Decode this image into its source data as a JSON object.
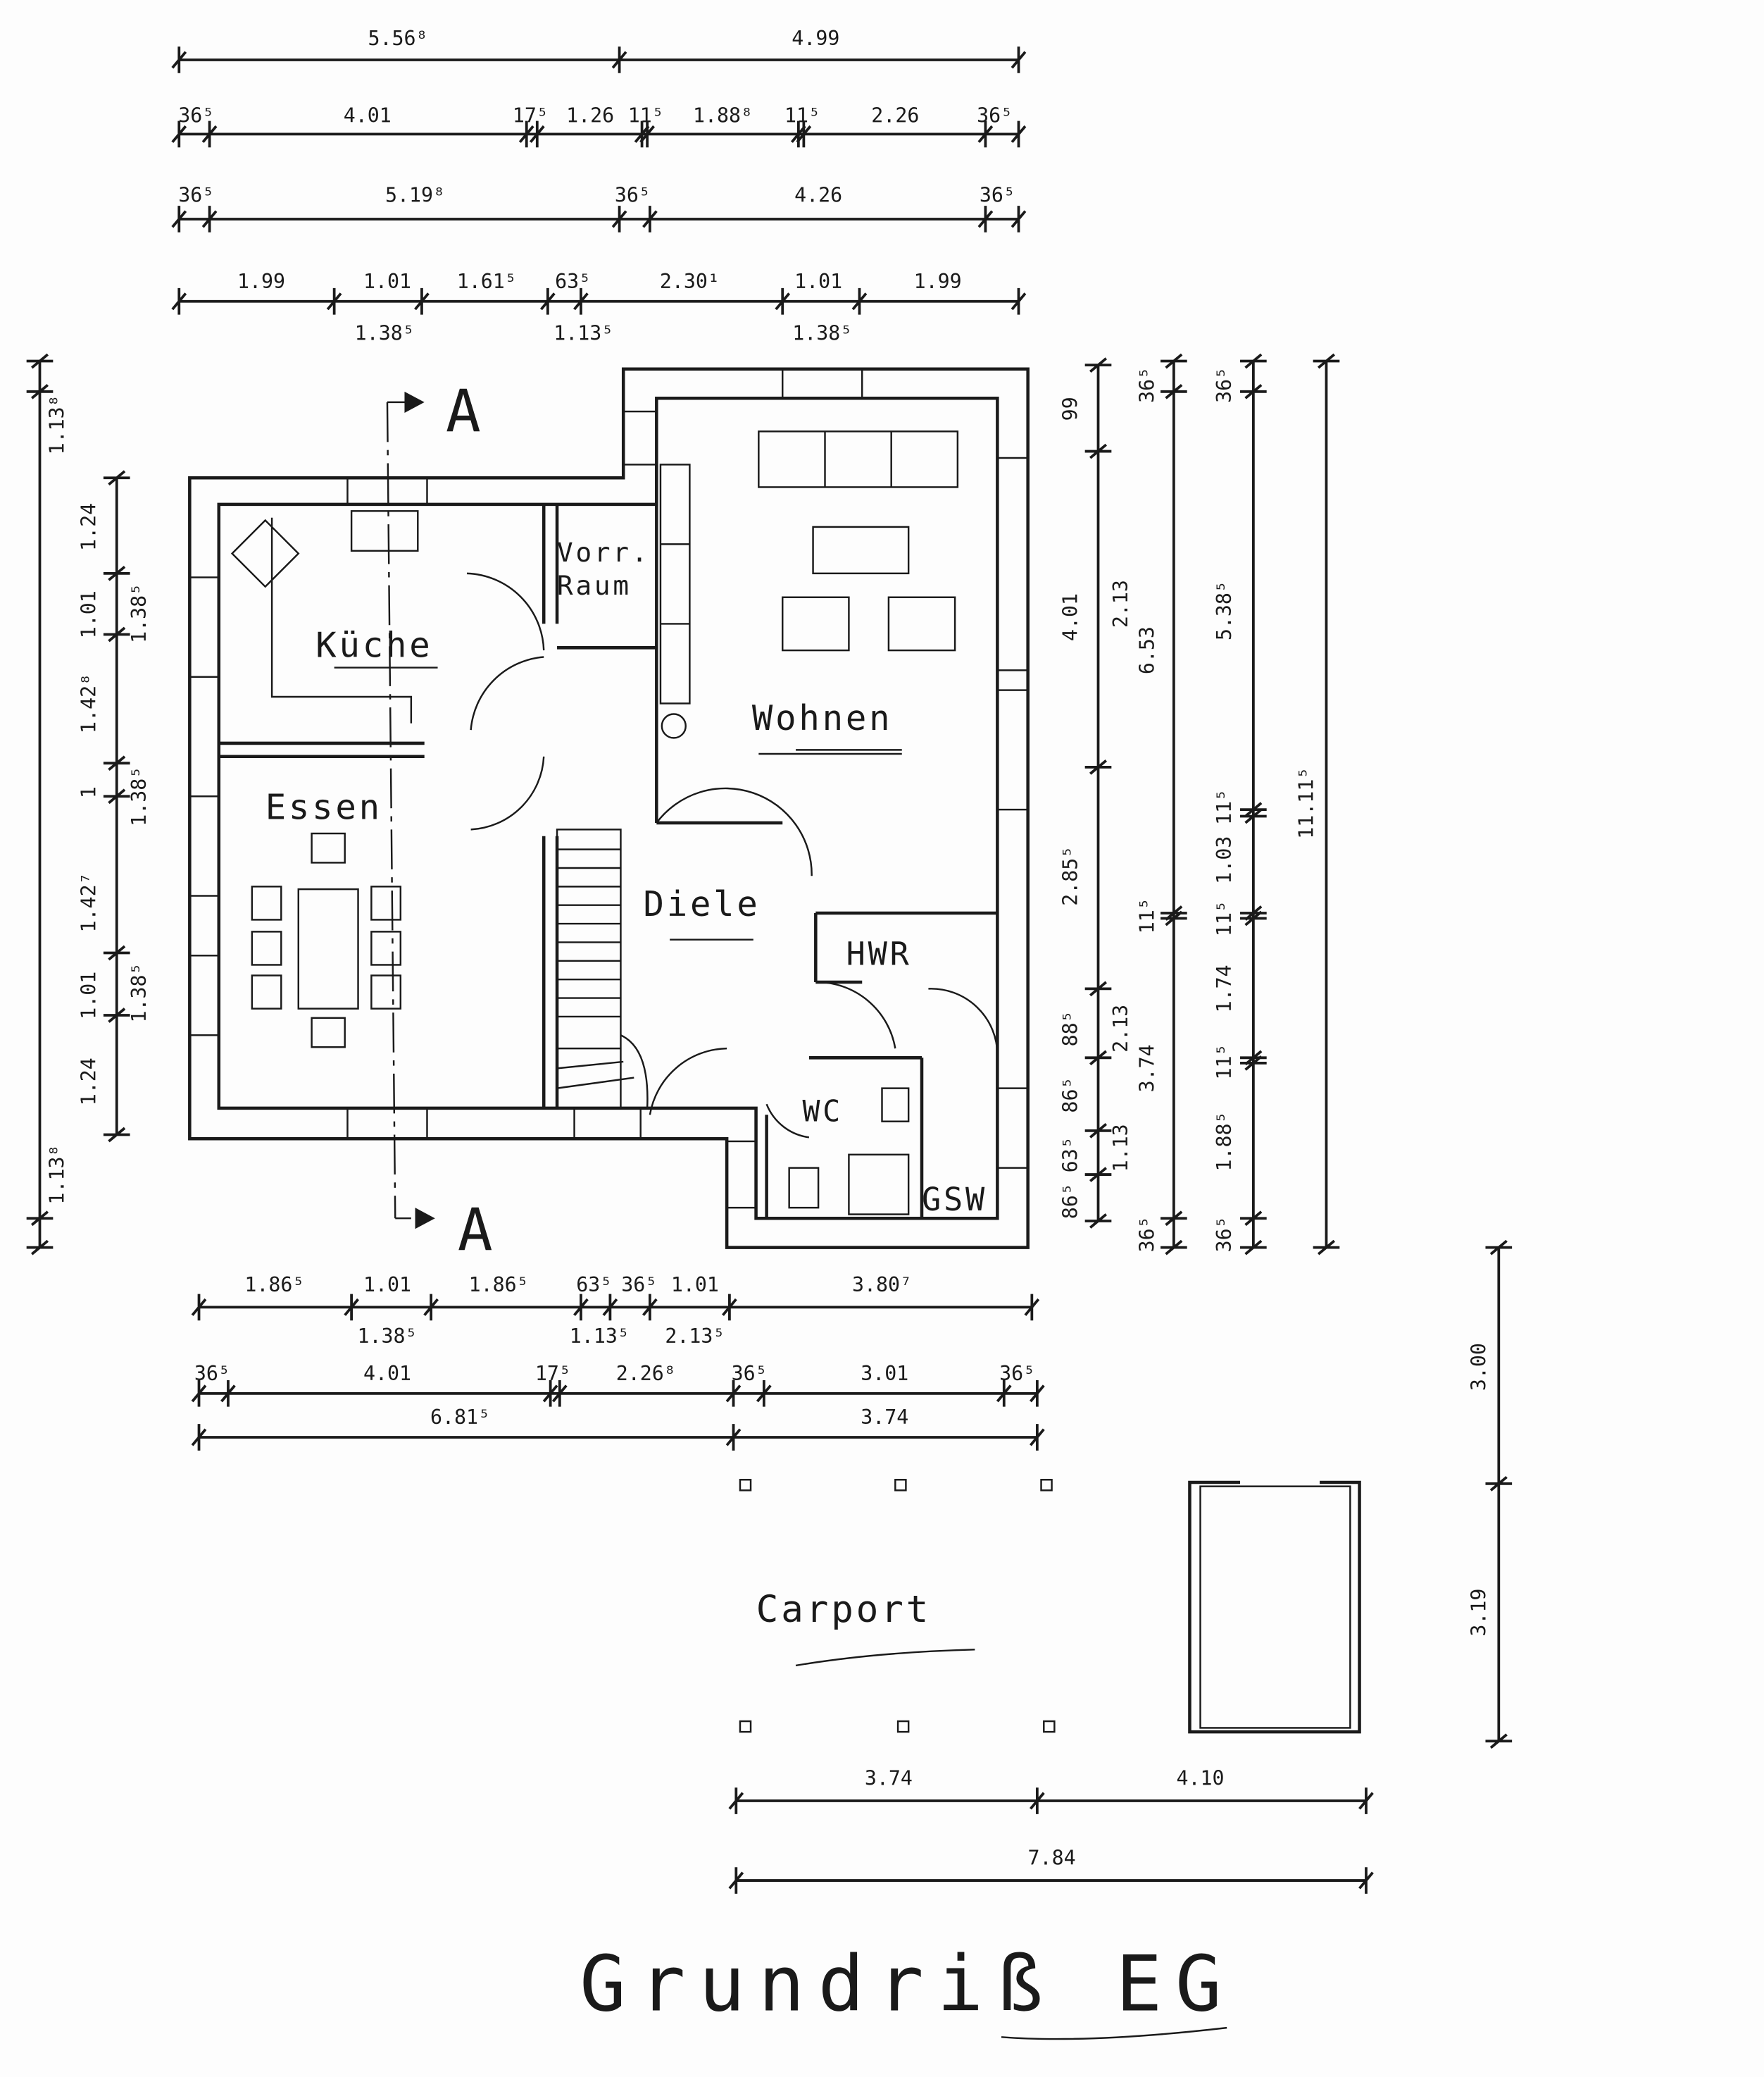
{
  "title": "Grundriß EG",
  "section_marker": "A",
  "rooms": {
    "vorratsraum_1": "Vorr.",
    "vorratsraum_2": "Raum",
    "kueche": "Küche",
    "essen": "Essen",
    "wohnen": "Wohnen",
    "diele": "Diele",
    "hwr": "HWR",
    "wc": "WC",
    "gsw": "GSW",
    "carport": "Carport"
  },
  "dimensions": {
    "top_row1": [
      "5.56⁸",
      "4.99"
    ],
    "top_row2": [
      "36⁵",
      "4.01",
      "17⁵",
      "1.26",
      "11⁵",
      "1.88⁸",
      "11⁵",
      "2.26",
      "36⁵"
    ],
    "top_row3": [
      "36⁵",
      "5.19⁸",
      "36⁵",
      "4.26",
      "36⁵"
    ],
    "top_row4": [
      "1.99",
      "1.01",
      "1.61⁵",
      "63⁵",
      "2.30¹",
      "1.01",
      "1.99"
    ],
    "top_row4_below": [
      "1.38⁵",
      "1.13⁵",
      "1.38⁵"
    ],
    "right_col1": [
      "99",
      "4.01",
      "2.13",
      "2.85⁵",
      "88⁵",
      "2.13",
      "86⁵",
      "63⁵",
      "1.13",
      "86⁵"
    ],
    "right_col2": [
      "36⁵",
      "6.53",
      "11⁵",
      "3.74",
      "36⁵"
    ],
    "right_col3": [
      "36⁵",
      "5.38⁵",
      "11⁵",
      "1.03",
      "11⁵",
      "1.74",
      "11⁵",
      "1.88⁵",
      "36⁵"
    ],
    "right_col4": [
      "11.11⁵"
    ],
    "left_outer": [
      "1.13⁸",
      "1.13⁸"
    ],
    "left_inner": [
      "1.24",
      "1.01",
      "1.42⁸",
      "1",
      "1.42⁷",
      "1.01",
      "1.24"
    ],
    "left_inner_side": [
      "1.38⁵",
      "1.38⁵",
      "1.38⁵"
    ],
    "bottom_row1": [
      "1.86⁵",
      "1.01",
      "1.86⁵",
      "63⁵",
      "36⁵",
      "1.01",
      "3.80⁷"
    ],
    "bottom_row1_below": [
      "1.38⁵",
      "1.13⁵",
      "2.13⁵"
    ],
    "bottom_row2": [
      "36⁵",
      "4.01",
      "17⁵",
      "2.26⁸",
      "36⁵",
      "3.01",
      "36⁵"
    ],
    "bottom_row3": [
      "6.81⁵",
      "3.74"
    ],
    "carport_row1": [
      "3.74",
      "4.10"
    ],
    "carport_row2": [
      "7.84"
    ],
    "carport_right": [
      "3.00",
      "3.19"
    ]
  }
}
